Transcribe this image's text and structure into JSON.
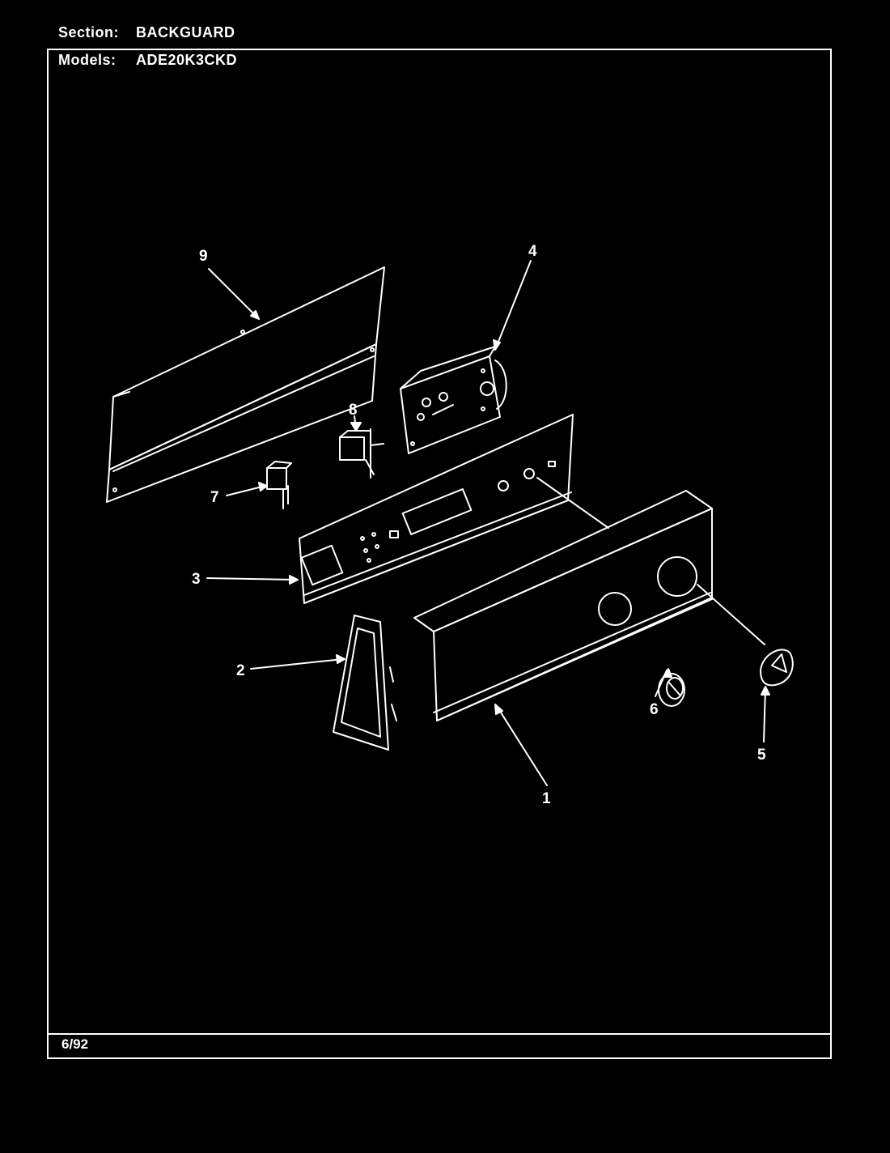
{
  "header": {
    "section_label": "Section:",
    "section_value": "BACKGUARD",
    "models_label": "Models:",
    "models_value": "ADE20K3CKD"
  },
  "footer": {
    "date": "6/92"
  },
  "callouts": [
    "1",
    "2",
    "3",
    "4",
    "5",
    "6",
    "7",
    "8",
    "9"
  ],
  "colors": {
    "background": "#000000",
    "line": "#ffffff"
  }
}
